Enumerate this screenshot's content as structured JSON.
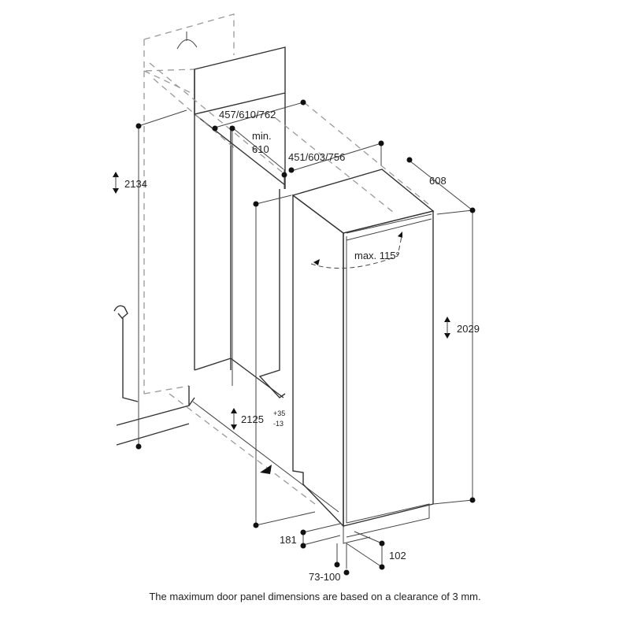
{
  "dimensions": {
    "niche_height": "2134",
    "niche_width": "457/610/762",
    "min_depth_label": "min.",
    "min_depth_value": "610",
    "appliance_width": "451/603/756",
    "appliance_depth": "608",
    "door_angle": "max. 115°",
    "appliance_height": "2029",
    "panel_height": "2125",
    "panel_tol_plus": "+35",
    "panel_tol_minus": "-13",
    "plinth_height": "181",
    "plinth_depth": "102",
    "plinth_offset": "73-100"
  },
  "caption": "The maximum door panel dimensions are based on a clearance of 3 mm.",
  "colors": {
    "line": "#333333",
    "side_fill": "#ececec"
  }
}
